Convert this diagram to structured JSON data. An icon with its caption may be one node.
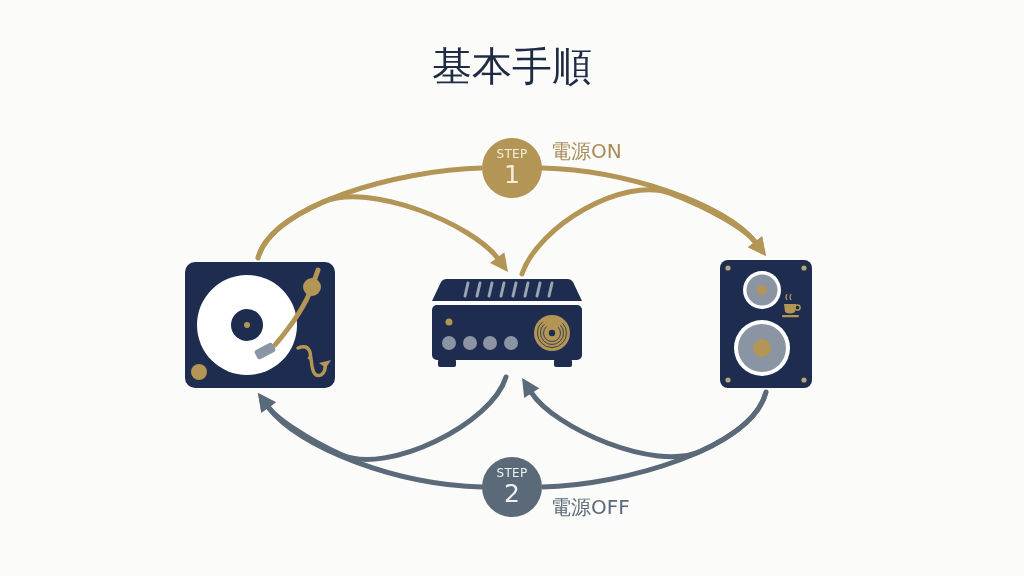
{
  "diagram": {
    "title": "基本手順",
    "nodes": [
      {
        "text": [
          "STEP",
          "1"
        ],
        "beside": [
          "電源ON"
        ]
      },
      {
        "text": [],
        "shape": "picture"
      },
      {
        "text": [],
        "shape": "picture"
      },
      {
        "text": [],
        "shape": "picture"
      },
      {
        "text": [
          "STEP",
          "2"
        ],
        "beside": [
          "電源OFF"
        ]
      }
    ],
    "edges": [
      {
        "from": 1,
        "to": 2,
        "arrow": "to",
        "color": "#b39656"
      },
      {
        "from": 1,
        "to": 0,
        "arrow": "none",
        "color": "#b39656"
      },
      {
        "from": 0,
        "to": 3,
        "arrow": "to",
        "color": "#b39656"
      },
      {
        "from": 2,
        "to": 3,
        "arrow": "to",
        "color": "#b39656"
      },
      {
        "from": 3,
        "to": 4,
        "arrow": "none",
        "color": "#5b6a78"
      },
      {
        "from": 4,
        "to": 1,
        "arrow": "to",
        "color": "#5b6a78"
      },
      {
        "from": 2,
        "to": 1,
        "arrow": "to",
        "color": "#5b6a78"
      },
      {
        "from": 3,
        "to": 2,
        "arrow": "to",
        "color": "#5b6a78"
      }
    ]
  }
}
